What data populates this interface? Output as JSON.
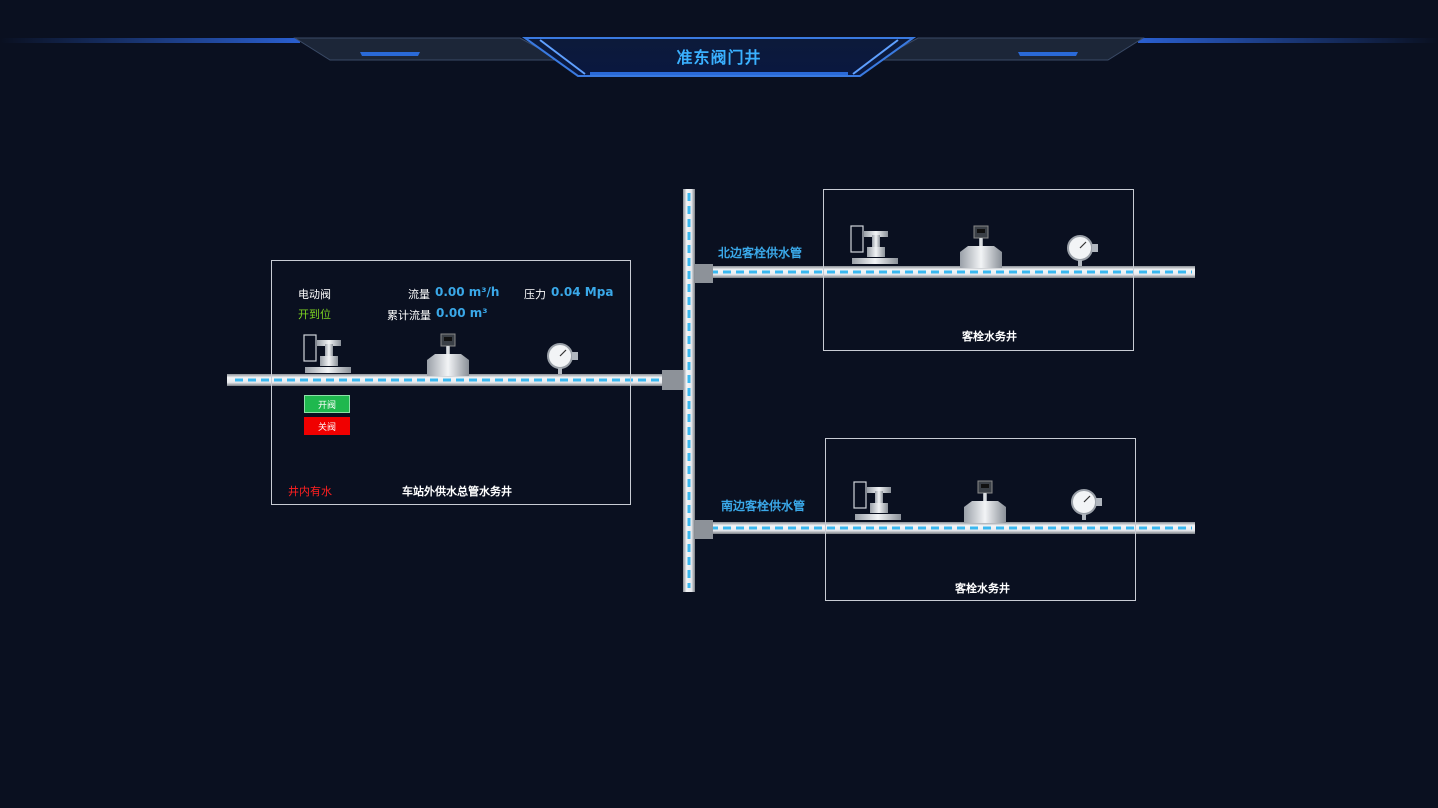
{
  "header": {
    "title": "准东阀门井"
  },
  "main_well": {
    "name": "车站外供水总管水务井",
    "valve_label": "电动阀",
    "valve_status": "开到位",
    "flow_label": "流量",
    "flow_value": "0.00 m³/h",
    "pressure_label": "压力",
    "pressure_value": "0.04 Mpa",
    "total_flow_label": "累计流量",
    "total_flow_value": "0.00 m³",
    "open_button": "开阀",
    "close_button": "关阀",
    "alarm": "井内有水"
  },
  "north_branch": {
    "pipe_label": "北边客栓供水管",
    "well_name": "客栓水务井"
  },
  "south_branch": {
    "pipe_label": "南边客栓供水管",
    "well_name": "客栓水务井"
  },
  "colors": {
    "background": "#0a1020",
    "accent": "#3aa8e8",
    "valve_status": "#7ed321",
    "alarm": "#ff2020",
    "open_button": "#1fb84e",
    "close_button": "#f00000",
    "flow_dash": "#3ab8f0"
  }
}
